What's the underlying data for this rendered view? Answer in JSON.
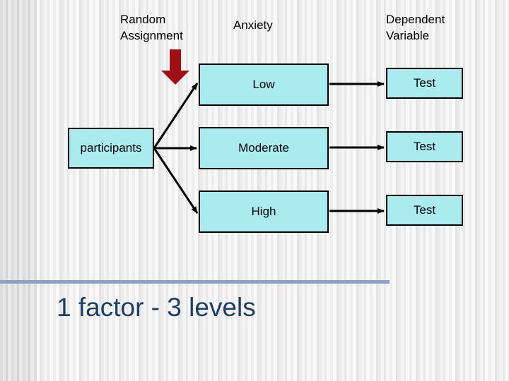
{
  "slide": {
    "title": "1 factor - 3 levels",
    "background_color": "#f2f2f2",
    "divider_color": "#8aa4c8",
    "title_color": "#1b3f66"
  },
  "diagram": {
    "box_fill_color": "#aaebf0",
    "box_border_color": "#000000",
    "arrow_color": "#000000",
    "red_arrow_color": "#9e1016",
    "column_headers": [
      {
        "id": "random-assignment",
        "label": "Random\nAssignment"
      },
      {
        "id": "anxiety",
        "label": "Anxiety"
      },
      {
        "id": "dependent-variable",
        "label": "Dependent\nVariable"
      }
    ],
    "source_box": {
      "id": "participants",
      "label": "participants"
    },
    "level_boxes": [
      {
        "id": "low",
        "label": "Low"
      },
      {
        "id": "moderate",
        "label": "Moderate"
      },
      {
        "id": "high",
        "label": "High"
      }
    ],
    "outcome_boxes": [
      {
        "id": "test-1",
        "label": "Test"
      },
      {
        "id": "test-2",
        "label": "Test"
      },
      {
        "id": "test-3",
        "label": "Test"
      }
    ],
    "icons": {
      "red_down_arrow": "down-arrow-icon"
    }
  }
}
